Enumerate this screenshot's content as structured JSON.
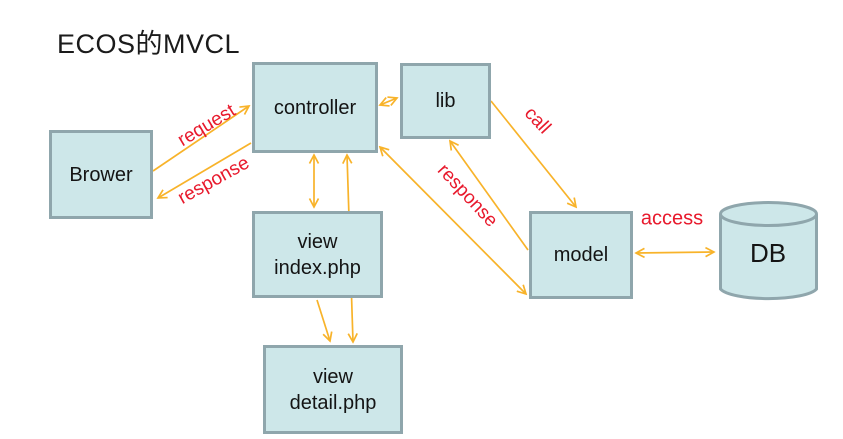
{
  "title": "ECOS的MVCL",
  "colors": {
    "background": "#ffffff",
    "node_fill": "#cde7e9",
    "node_border": "#8FA6AC",
    "arrow": "#F8B32A",
    "edge_label": "#E8192C",
    "title_text": "#1b1b1b"
  },
  "nodes": [
    {
      "id": "brower",
      "lines": [
        "Brower"
      ]
    },
    {
      "id": "controller",
      "lines": [
        "controller"
      ]
    },
    {
      "id": "lib",
      "lines": [
        "lib"
      ]
    },
    {
      "id": "view-index",
      "lines": [
        "view",
        "index.php"
      ]
    },
    {
      "id": "view-detail",
      "lines": [
        "view",
        "detail.php"
      ]
    },
    {
      "id": "model",
      "lines": [
        "model"
      ]
    },
    {
      "id": "db",
      "lines": [
        "DB"
      ]
    }
  ],
  "edge_labels": {
    "request": "request",
    "response_browser": "response",
    "call": "call",
    "response_model": "response",
    "access": "access"
  },
  "edges": [
    {
      "from": "Brower",
      "to": "controller",
      "direction": "one-way",
      "label": "request"
    },
    {
      "from": "controller",
      "to": "Brower",
      "direction": "one-way",
      "label": "response"
    },
    {
      "from": "controller",
      "to": "lib",
      "direction": "two-way",
      "label": ""
    },
    {
      "from": "controller",
      "to": "view index.php",
      "direction": "two-way",
      "label": ""
    },
    {
      "from": "controller",
      "to": "view detail.php",
      "direction": "two-way",
      "label": ""
    },
    {
      "from": "view index.php",
      "to": "view detail.php",
      "direction": "one-way",
      "label": ""
    },
    {
      "from": "lib",
      "to": "model",
      "direction": "one-way",
      "label": "call"
    },
    {
      "from": "model",
      "to": "lib",
      "direction": "one-way",
      "label": "response"
    },
    {
      "from": "controller",
      "to": "model",
      "direction": "two-way",
      "label": ""
    },
    {
      "from": "model",
      "to": "DB",
      "direction": "two-way",
      "label": "access"
    }
  ]
}
